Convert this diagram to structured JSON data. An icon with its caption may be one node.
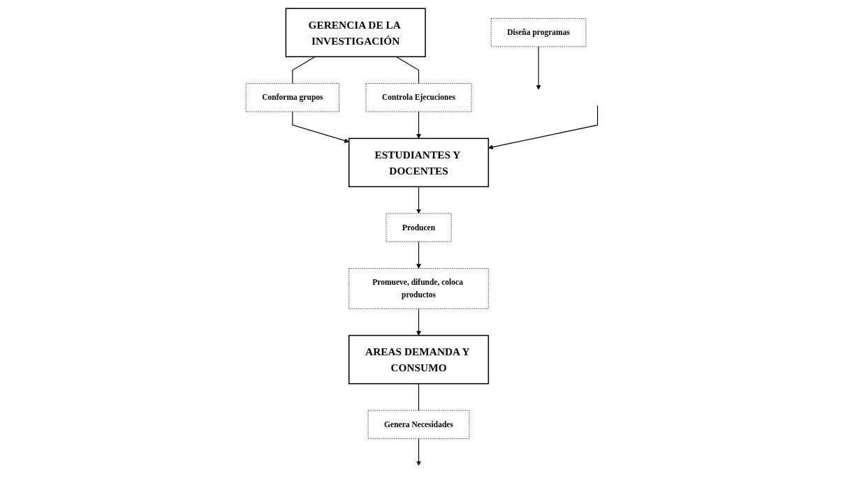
{
  "diagram": {
    "nodes": [
      {
        "text": [
          "GERENCIA DE LA INVESTIGACIÓN"
        ]
      },
      {
        "text": [
          "Genera Necesidades"
        ]
      },
      {
        "text": [
          "Conforma grupos"
        ]
      },
      {
        "text": [
          "Controla Ejecuciones"
        ]
      },
      {
        "text": [
          "Diseña programas"
        ]
      },
      {
        "text": [
          "AREAS DEMANDA Y CONSUMO"
        ]
      },
      {
        "text": [
          "Producen"
        ]
      },
      {
        "text": [
          "ESTUDIANTES Y DOCENTES"
        ]
      },
      {
        "text": [
          "Promueve, difunde, coloca productos"
        ]
      }
    ],
    "edges": [
      {
        "from": 5,
        "to": 1,
        "arrow": "none"
      },
      {
        "from": 1,
        "to": null,
        "arrow": "to"
      },
      {
        "from": 0,
        "to": 2,
        "arrow": "none"
      },
      {
        "from": 0,
        "to": 3,
        "arrow": "none"
      },
      {
        "from": 2,
        "to": 7,
        "arrow": "to"
      },
      {
        "from": 3,
        "to": 7,
        "arrow": "to"
      },
      {
        "from": 4,
        "to": null,
        "arrow": "to"
      },
      {
        "from": null,
        "to": 7,
        "arrow": "to"
      },
      {
        "from": 7,
        "to": 6,
        "arrow": "to"
      },
      {
        "from": 6,
        "to": 8,
        "arrow": "to"
      },
      {
        "from": 8,
        "to": 5,
        "arrow": "to"
      }
    ]
  }
}
